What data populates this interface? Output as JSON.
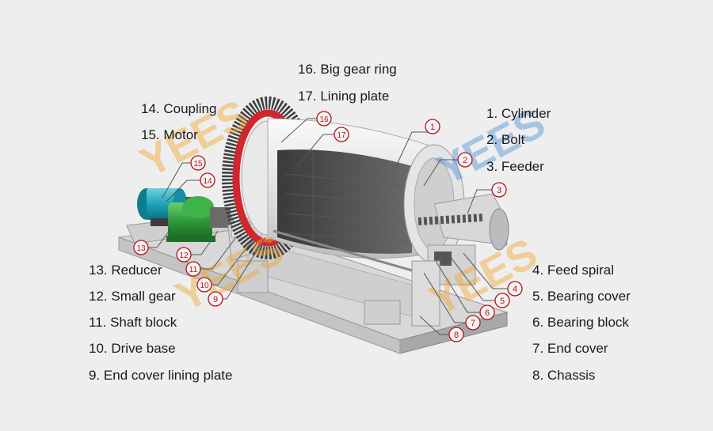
{
  "labels": [
    {
      "num": "1",
      "text": "1. Cylinder"
    },
    {
      "num": "2",
      "text": "2. Bolt"
    },
    {
      "num": "3",
      "text": "3. Feeder"
    },
    {
      "num": "4",
      "text": "4. Feed spiral"
    },
    {
      "num": "5",
      "text": "5. Bearing cover"
    },
    {
      "num": "6",
      "text": "6. Bearing block"
    },
    {
      "num": "7",
      "text": "7. End cover"
    },
    {
      "num": "8",
      "text": "8. Chassis"
    },
    {
      "num": "9",
      "text": "9. End cover lining plate"
    },
    {
      "num": "10",
      "text": "10. Drive base"
    },
    {
      "num": "11",
      "text": "11. Shaft block"
    },
    {
      "num": "12",
      "text": "12. Small gear"
    },
    {
      "num": "13",
      "text": "13. Reducer"
    },
    {
      "num": "14",
      "text": "14. Coupling"
    },
    {
      "num": "15",
      "text": "15. Motor"
    },
    {
      "num": "16",
      "text": "16. Big gear ring"
    },
    {
      "num": "17",
      "text": "17. Lining plate"
    }
  ],
  "watermark": "YEES",
  "colors": {
    "background": "#eeeeee",
    "callout_red": "#b5121b",
    "motor_teal": "#1fa3b8",
    "reducer_green": "#2e9a3a",
    "gear_ring_red": "#d0262e",
    "watermark_orange": "#f2a531",
    "watermark_blue": "#4a8fd4"
  }
}
